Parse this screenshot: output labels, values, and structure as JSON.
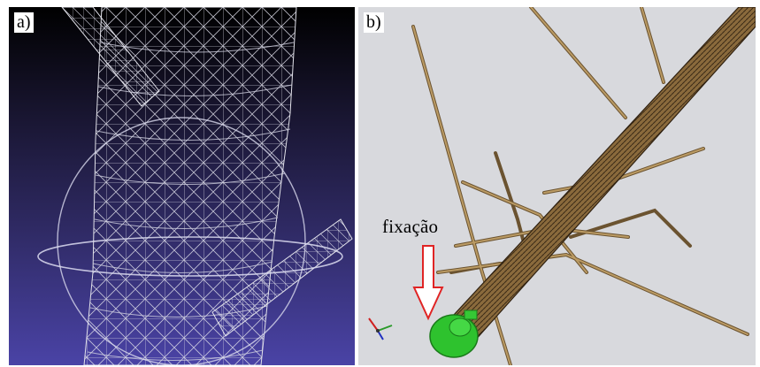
{
  "panels": {
    "a": {
      "label": "a)"
    },
    "b": {
      "label": "b)",
      "annotation": "fixação"
    }
  },
  "colors": {
    "mesh_wire": "#e2e2ea",
    "viewport_bg_top": "#000000",
    "viewport_bg_bottom": "#4a43a6",
    "cad_bg": "#d8d9dd",
    "wood": "#8a6a3c",
    "wood_dark": "#3a2a16",
    "fixation": "#2ec22e",
    "arrow": "#e02424"
  },
  "icons": {
    "orientation_triad": "xyz-axes-icon",
    "arrow": "down-arrow-icon"
  }
}
